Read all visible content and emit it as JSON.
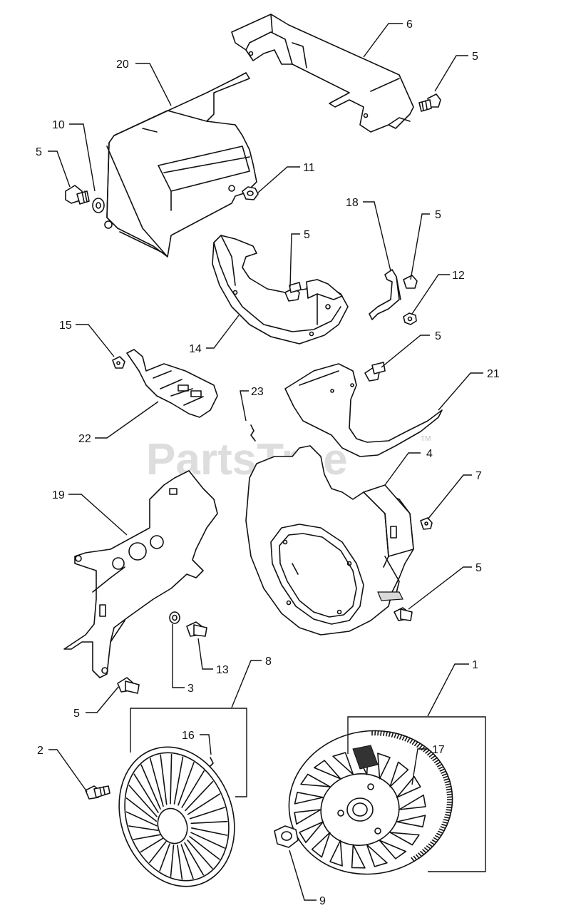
{
  "watermark": {
    "text": "PartsTree",
    "trademark": "TM"
  },
  "callouts": [
    "6",
    "5",
    "20",
    "10",
    "5",
    "11",
    "18",
    "5",
    "5",
    "12",
    "15",
    "14",
    "5",
    "21",
    "23",
    "22",
    "4",
    "7",
    "19",
    "5",
    "13",
    "3",
    "8",
    "1",
    "5",
    "16",
    "17",
    "2",
    "9"
  ]
}
